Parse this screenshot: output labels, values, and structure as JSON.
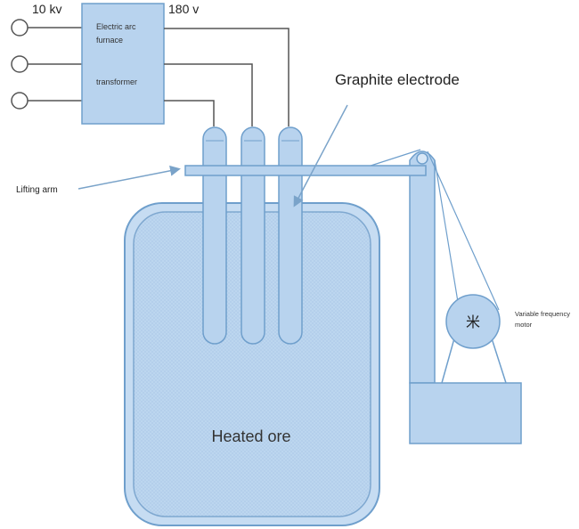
{
  "labels": {
    "voltage_in": "10 kv",
    "voltage_out": "180 v",
    "transformer_line1": "Electric arc",
    "transformer_line2": "furnace",
    "transformer_line3": "transformer",
    "graphite_electrode": "Graphite electrode",
    "lifting_arm": "Lifting arm",
    "vfm_line1": "Variable frequency",
    "vfm_line2": "motor",
    "motor_symbol": "米",
    "heated_ore": "Heated ore"
  },
  "colors": {
    "fill": "#b8d3ee",
    "fill_light": "#c6dcf2",
    "stroke": "#6f9fcc",
    "wire": "#555555",
    "arrow": "#7aa3c9"
  }
}
